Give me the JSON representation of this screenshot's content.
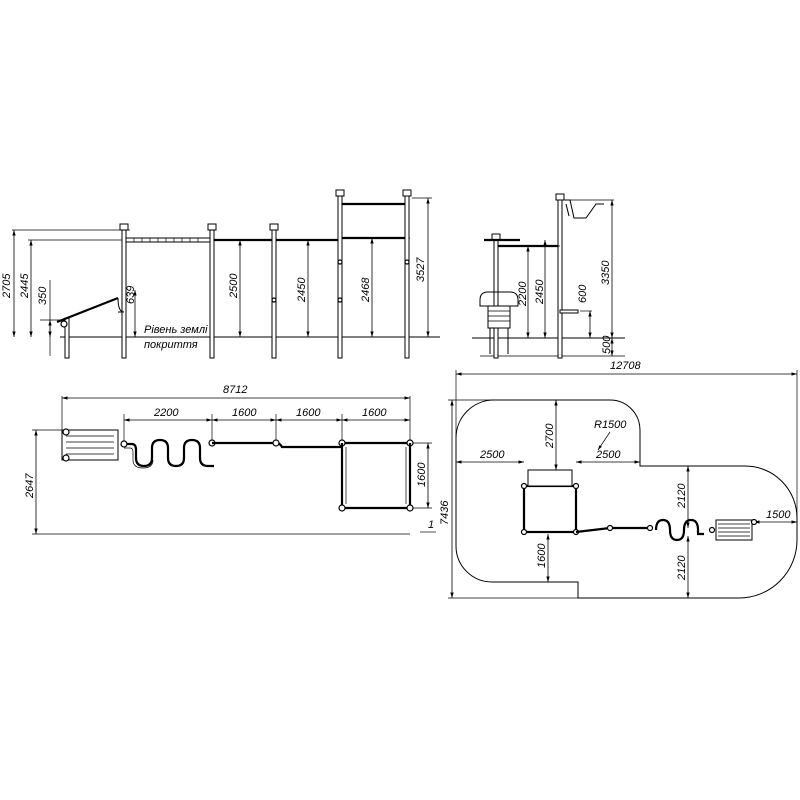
{
  "side_view_main": {
    "dims": {
      "h2705": "2705",
      "h2445": "2445",
      "h350": "350",
      "h639": "639",
      "h2500": "2500",
      "h2450": "2450",
      "h2468": "2468",
      "h3527": "3527"
    },
    "ground_label_line1": "Рівень землі",
    "ground_label_line2": "покриття"
  },
  "side_view_small": {
    "dims": {
      "h2200": "2200",
      "h2450": "2450",
      "h600": "600",
      "h3350": "3350",
      "h500": "500"
    }
  },
  "plan_view": {
    "dims": {
      "w8712": "8712",
      "w2200": "2200",
      "w1600a": "1600",
      "w1600b": "1600",
      "w1600c": "1600",
      "h2647": "2647",
      "h1600": "1600",
      "mark1": "1"
    }
  },
  "zone_view": {
    "dims": {
      "w12708": "12708",
      "h7436": "7436",
      "r1500": "R1500",
      "h2700": "2700",
      "w2500a": "2500",
      "w2500b": "2500",
      "h2120a": "2120",
      "h2120b": "2120",
      "h1600": "1600",
      "w1500": "1500"
    }
  }
}
